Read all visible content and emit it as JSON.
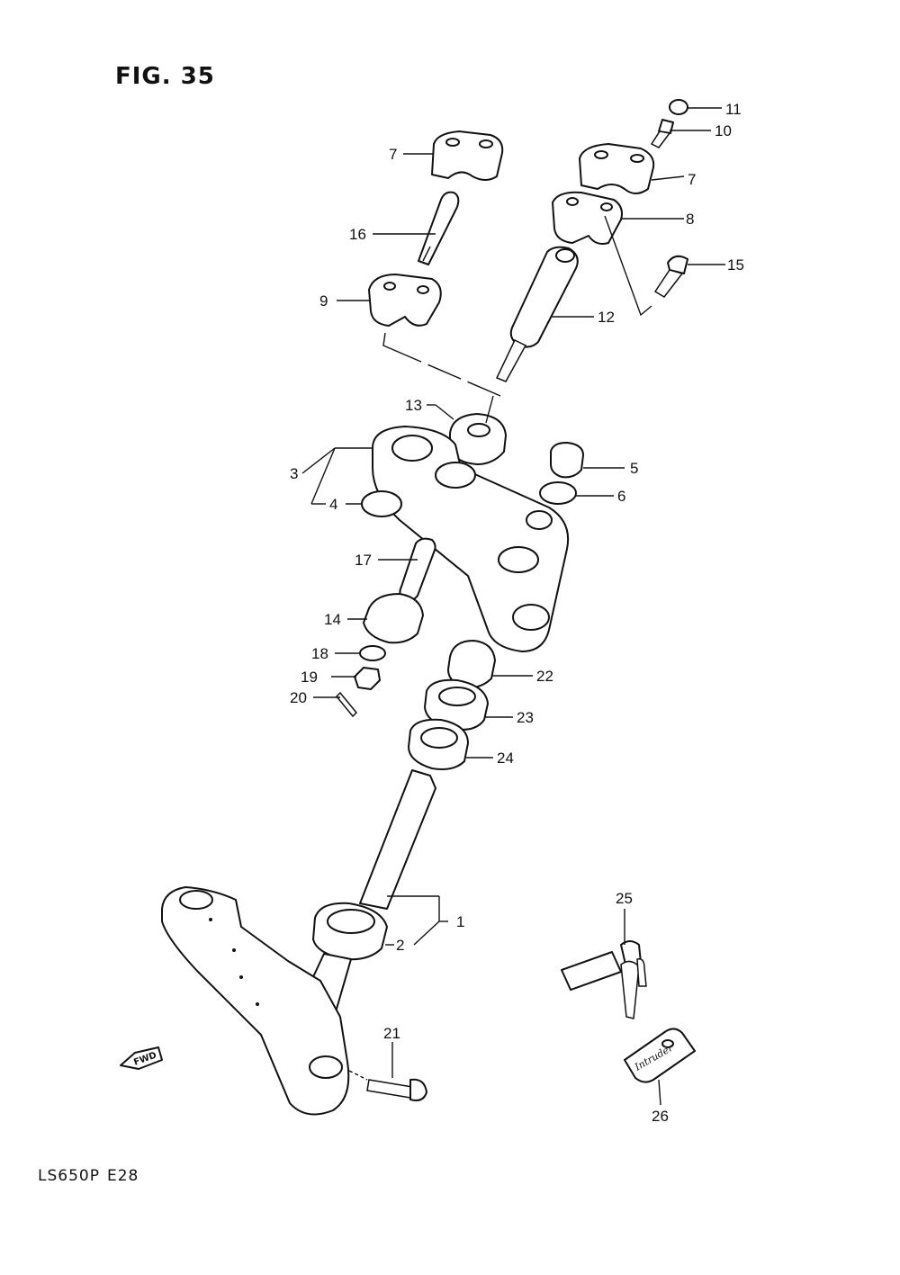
{
  "figure": {
    "title": "FIG. 35"
  },
  "footer": {
    "model": "LS650P",
    "region": "E28"
  },
  "direction_badge": {
    "label": "FWD"
  },
  "callouts": [
    {
      "num": "1"
    },
    {
      "num": "2"
    },
    {
      "num": "3"
    },
    {
      "num": "4"
    },
    {
      "num": "5"
    },
    {
      "num": "6"
    },
    {
      "num": "7"
    },
    {
      "num": "7"
    },
    {
      "num": "8"
    },
    {
      "num": "9"
    },
    {
      "num": "10"
    },
    {
      "num": "11"
    },
    {
      "num": "12"
    },
    {
      "num": "13"
    },
    {
      "num": "14"
    },
    {
      "num": "15"
    },
    {
      "num": "16"
    },
    {
      "num": "17"
    },
    {
      "num": "18"
    },
    {
      "num": "19"
    },
    {
      "num": "20"
    },
    {
      "num": "21"
    },
    {
      "num": "22"
    },
    {
      "num": "23"
    },
    {
      "num": "24"
    },
    {
      "num": "25"
    },
    {
      "num": "26"
    }
  ],
  "key_tag": {
    "brand_script": "Intruder"
  },
  "colors": {
    "ink": "#111111",
    "paper": "#ffffff"
  }
}
